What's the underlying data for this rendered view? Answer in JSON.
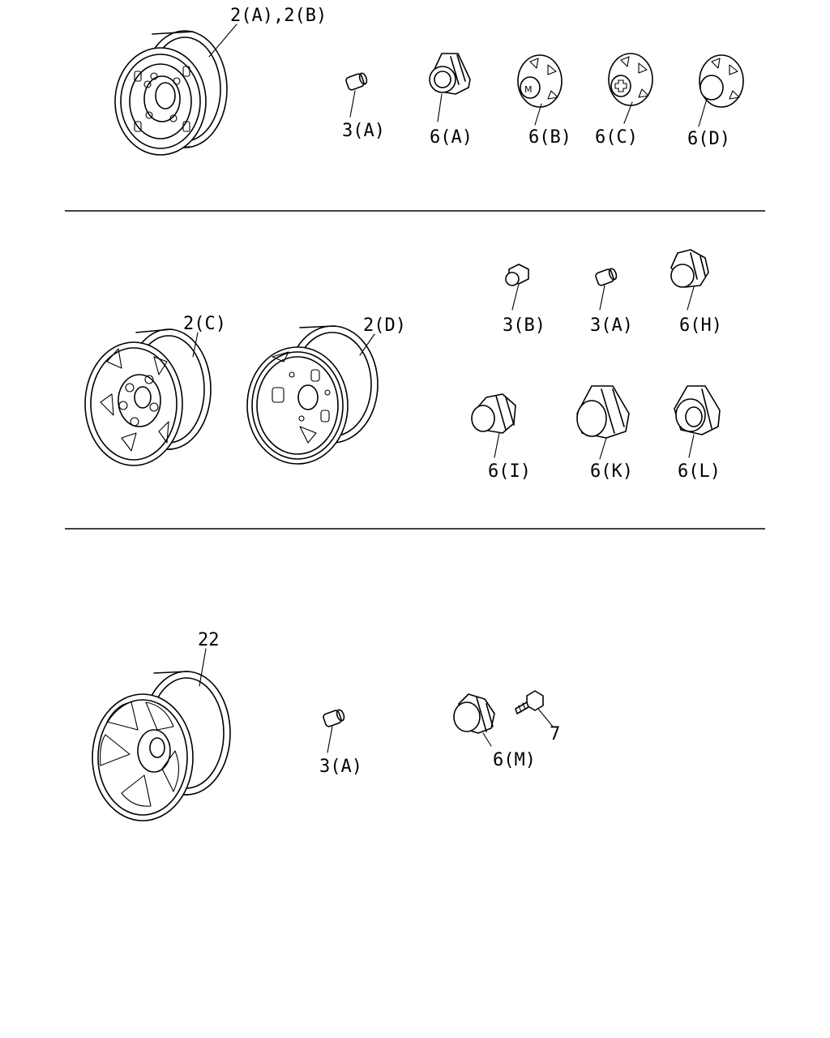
{
  "section_top": {
    "labels": {
      "wheel": "2(A),2(B)",
      "nut": "3(A)",
      "cap_a": "6(A)",
      "cap_b": "6(B)",
      "cap_c": "6(C)",
      "cap_d": "6(D)"
    }
  },
  "section_middle": {
    "labels": {
      "wheel_c": "2(C)",
      "wheel_d": "2(D)",
      "nut_b": "3(B)",
      "nut_a": "3(A)",
      "cap_h": "6(H)",
      "cap_i": "6(I)",
      "cap_k": "6(K)",
      "cap_l": "6(L)"
    }
  },
  "section_bottom": {
    "labels": {
      "wheel": "22",
      "nut": "3(A)",
      "cap_m": "6(M)",
      "bolt": "7"
    }
  }
}
